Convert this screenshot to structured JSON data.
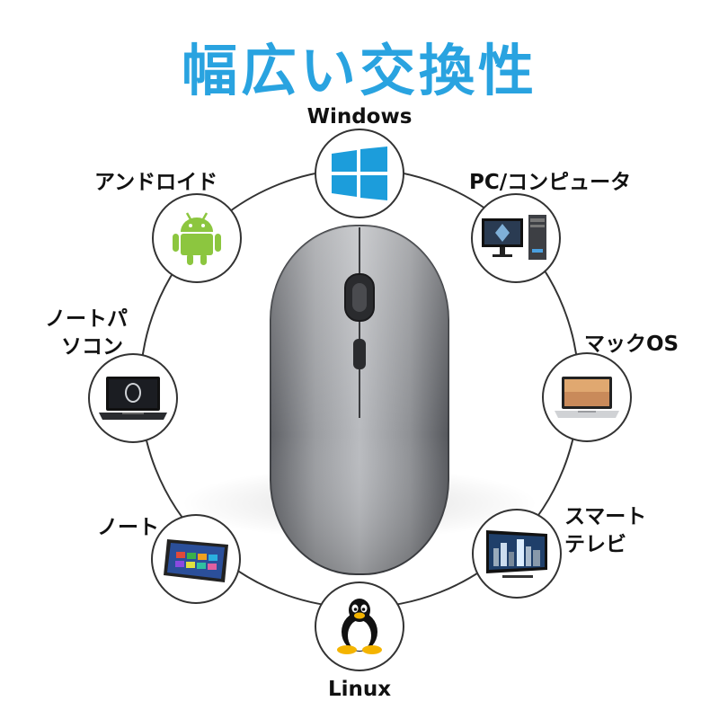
{
  "title": "幅広い交換性",
  "colors": {
    "title": "#29a3e0",
    "windows_logo": "#1c9ddb",
    "android": "#8cc63f",
    "ring": "#333333"
  },
  "devices": [
    {
      "id": "windows",
      "label": "Windows",
      "icon": "windows-logo-icon"
    },
    {
      "id": "pc",
      "label": "PC/コンピュータ",
      "icon": "desktop-pc-icon"
    },
    {
      "id": "mac",
      "label": "マックOS",
      "icon": "macbook-laptop-icon"
    },
    {
      "id": "tv",
      "label_lines": [
        "スマート",
        "テレビ"
      ],
      "icon": "smart-tv-icon"
    },
    {
      "id": "linux",
      "label": "Linux",
      "icon": "tux-penguin-icon"
    },
    {
      "id": "tablet",
      "label": "ノート",
      "icon": "tablet-icon"
    },
    {
      "id": "laptop",
      "label_lines": [
        "ノートパ",
        "ソコン"
      ],
      "icon": "laptop-icon"
    },
    {
      "id": "android",
      "label": "アンドロイド",
      "icon": "android-robot-icon"
    }
  ]
}
